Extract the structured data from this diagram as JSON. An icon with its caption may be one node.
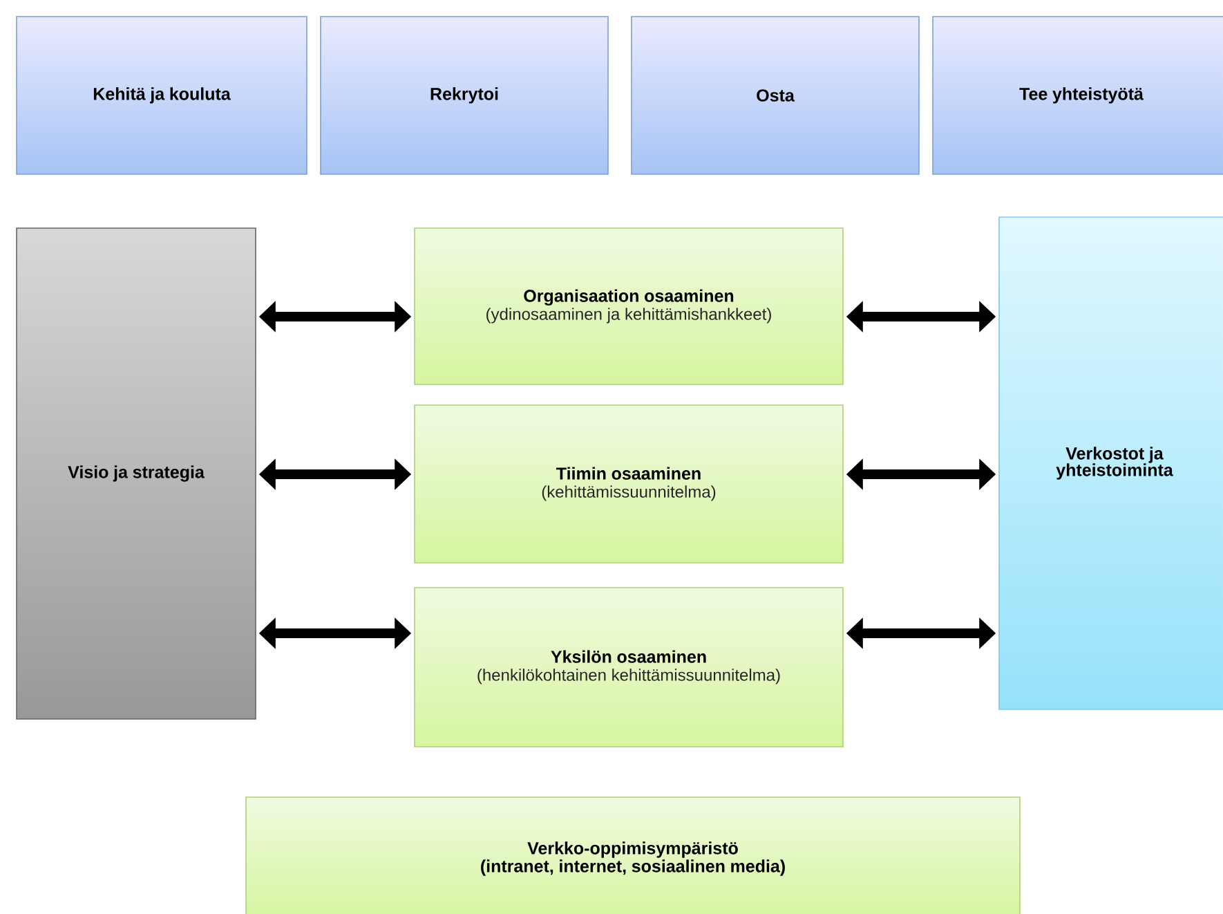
{
  "diagram": {
    "nodes": [
      {
        "text": [
          "Kehitä ja kouluta"
        ]
      },
      {
        "text": [
          "Rekrytoi"
        ]
      },
      {
        "text": [
          "Osta"
        ]
      },
      {
        "text": [
          "Tee yhteistyötä"
        ]
      },
      {
        "text": [
          "Visio ja strategia"
        ]
      },
      {
        "text": [
          "Organisaation osaaminen",
          "(ydinosaaminen ja kehittämishankkeet)"
        ]
      },
      {
        "text": [
          "Tiimin osaaminen",
          "(kehittämissuunnitelma)"
        ]
      },
      {
        "text": [
          "Yksilön osaaminen",
          "(henkilökohtainen kehittämissuunnitelma)"
        ]
      },
      {
        "text": [
          "Verkostot ja yhteistoiminta"
        ]
      },
      {
        "text": [
          "Verkko-oppimisympäristö",
          "(intranet, internet, sosiaalinen media)"
        ]
      }
    ],
    "edges": [
      {
        "from": 4,
        "to": 5,
        "arrow": "both"
      },
      {
        "from": 4,
        "to": 6,
        "arrow": "both"
      },
      {
        "from": 4,
        "to": 7,
        "arrow": "both"
      },
      {
        "from": 5,
        "to": 8,
        "arrow": "both"
      },
      {
        "from": 6,
        "to": 8,
        "arrow": "both"
      },
      {
        "from": 7,
        "to": 8,
        "arrow": "both"
      }
    ]
  }
}
